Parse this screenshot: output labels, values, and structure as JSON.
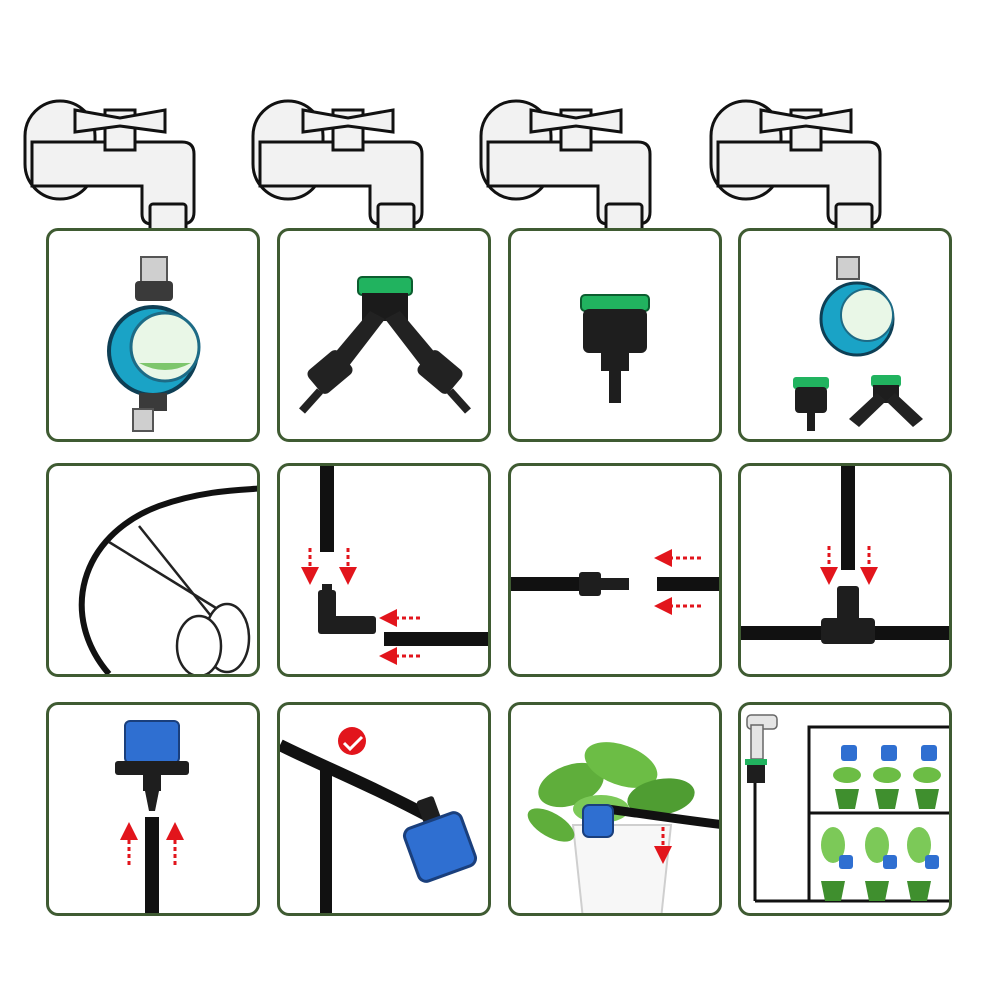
{
  "colors": {
    "frame": "#3f5b32",
    "tube": "#151515",
    "connector_green": "#21b35f",
    "timer_blue": "#1aa3c6",
    "dripper_blue": "#2f6fd1",
    "arrow_red": "#e2151c",
    "faucet_fill": "#f2f2f2",
    "leaf_green": "#5fae3b"
  },
  "icons": [
    "faucet-icon",
    "scissors-icon",
    "red-arrow-icon",
    "prohibited-icon",
    "dripper-icon",
    "plant-icon"
  ],
  "steps": [
    {
      "row": 1,
      "col": 1,
      "content": "water-timer"
    },
    {
      "row": 1,
      "col": 2,
      "content": "y-splitter"
    },
    {
      "row": 1,
      "col": 3,
      "content": "faucet-adapter"
    },
    {
      "row": 1,
      "col": 4,
      "content": "timer-and-splitter-combo"
    },
    {
      "row": 2,
      "col": 1,
      "content": "cut-tubing"
    },
    {
      "row": 2,
      "col": 2,
      "content": "elbow-connector"
    },
    {
      "row": 2,
      "col": 3,
      "content": "straight-connector"
    },
    {
      "row": 2,
      "col": 4,
      "content": "tee-connector"
    },
    {
      "row": 3,
      "col": 1,
      "content": "insert-dripper"
    },
    {
      "row": 3,
      "col": 2,
      "content": "dripper-on-line"
    },
    {
      "row": 3,
      "col": 3,
      "content": "dripper-at-plant"
    },
    {
      "row": 3,
      "col": 4,
      "content": "system-overview"
    }
  ]
}
